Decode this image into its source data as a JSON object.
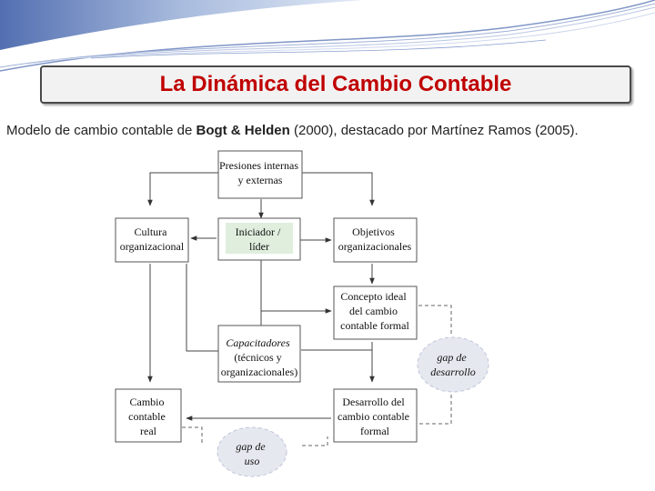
{
  "header": {
    "title": "La Dinámica del Cambio Contable"
  },
  "subtitle": {
    "prefix": "Modelo de cambio contable de ",
    "authors": "Bogt & Helden",
    "suffix": " (2000), destacado por Martínez Ramos (2005)."
  },
  "diagram": {
    "nodes": {
      "presiones": [
        "Presiones internas",
        "y externas"
      ],
      "cultura": [
        "Cultura",
        "organizacional"
      ],
      "iniciador": [
        "Iniciador /",
        "líder"
      ],
      "objetivos": [
        "Objetivos",
        "organizacionales"
      ],
      "concepto": [
        "Concepto ideal",
        "del cambio",
        "contable formal"
      ],
      "capacitadores": [
        "Capacitadores",
        "(técnicos y",
        "organizacionales)"
      ],
      "cambio_real": [
        "Cambio",
        "contable",
        "real"
      ],
      "desarrollo": [
        "Desarrollo del",
        "cambio contable",
        "formal"
      ],
      "gap_desarrollo": [
        "gap de",
        "desarrollo"
      ],
      "gap_uso": [
        "gap de",
        "uso"
      ]
    }
  },
  "colors": {
    "title": "#c00000",
    "iniciador_fill": "#dfeedd",
    "ellipse_fill": "#e6e8f0"
  }
}
